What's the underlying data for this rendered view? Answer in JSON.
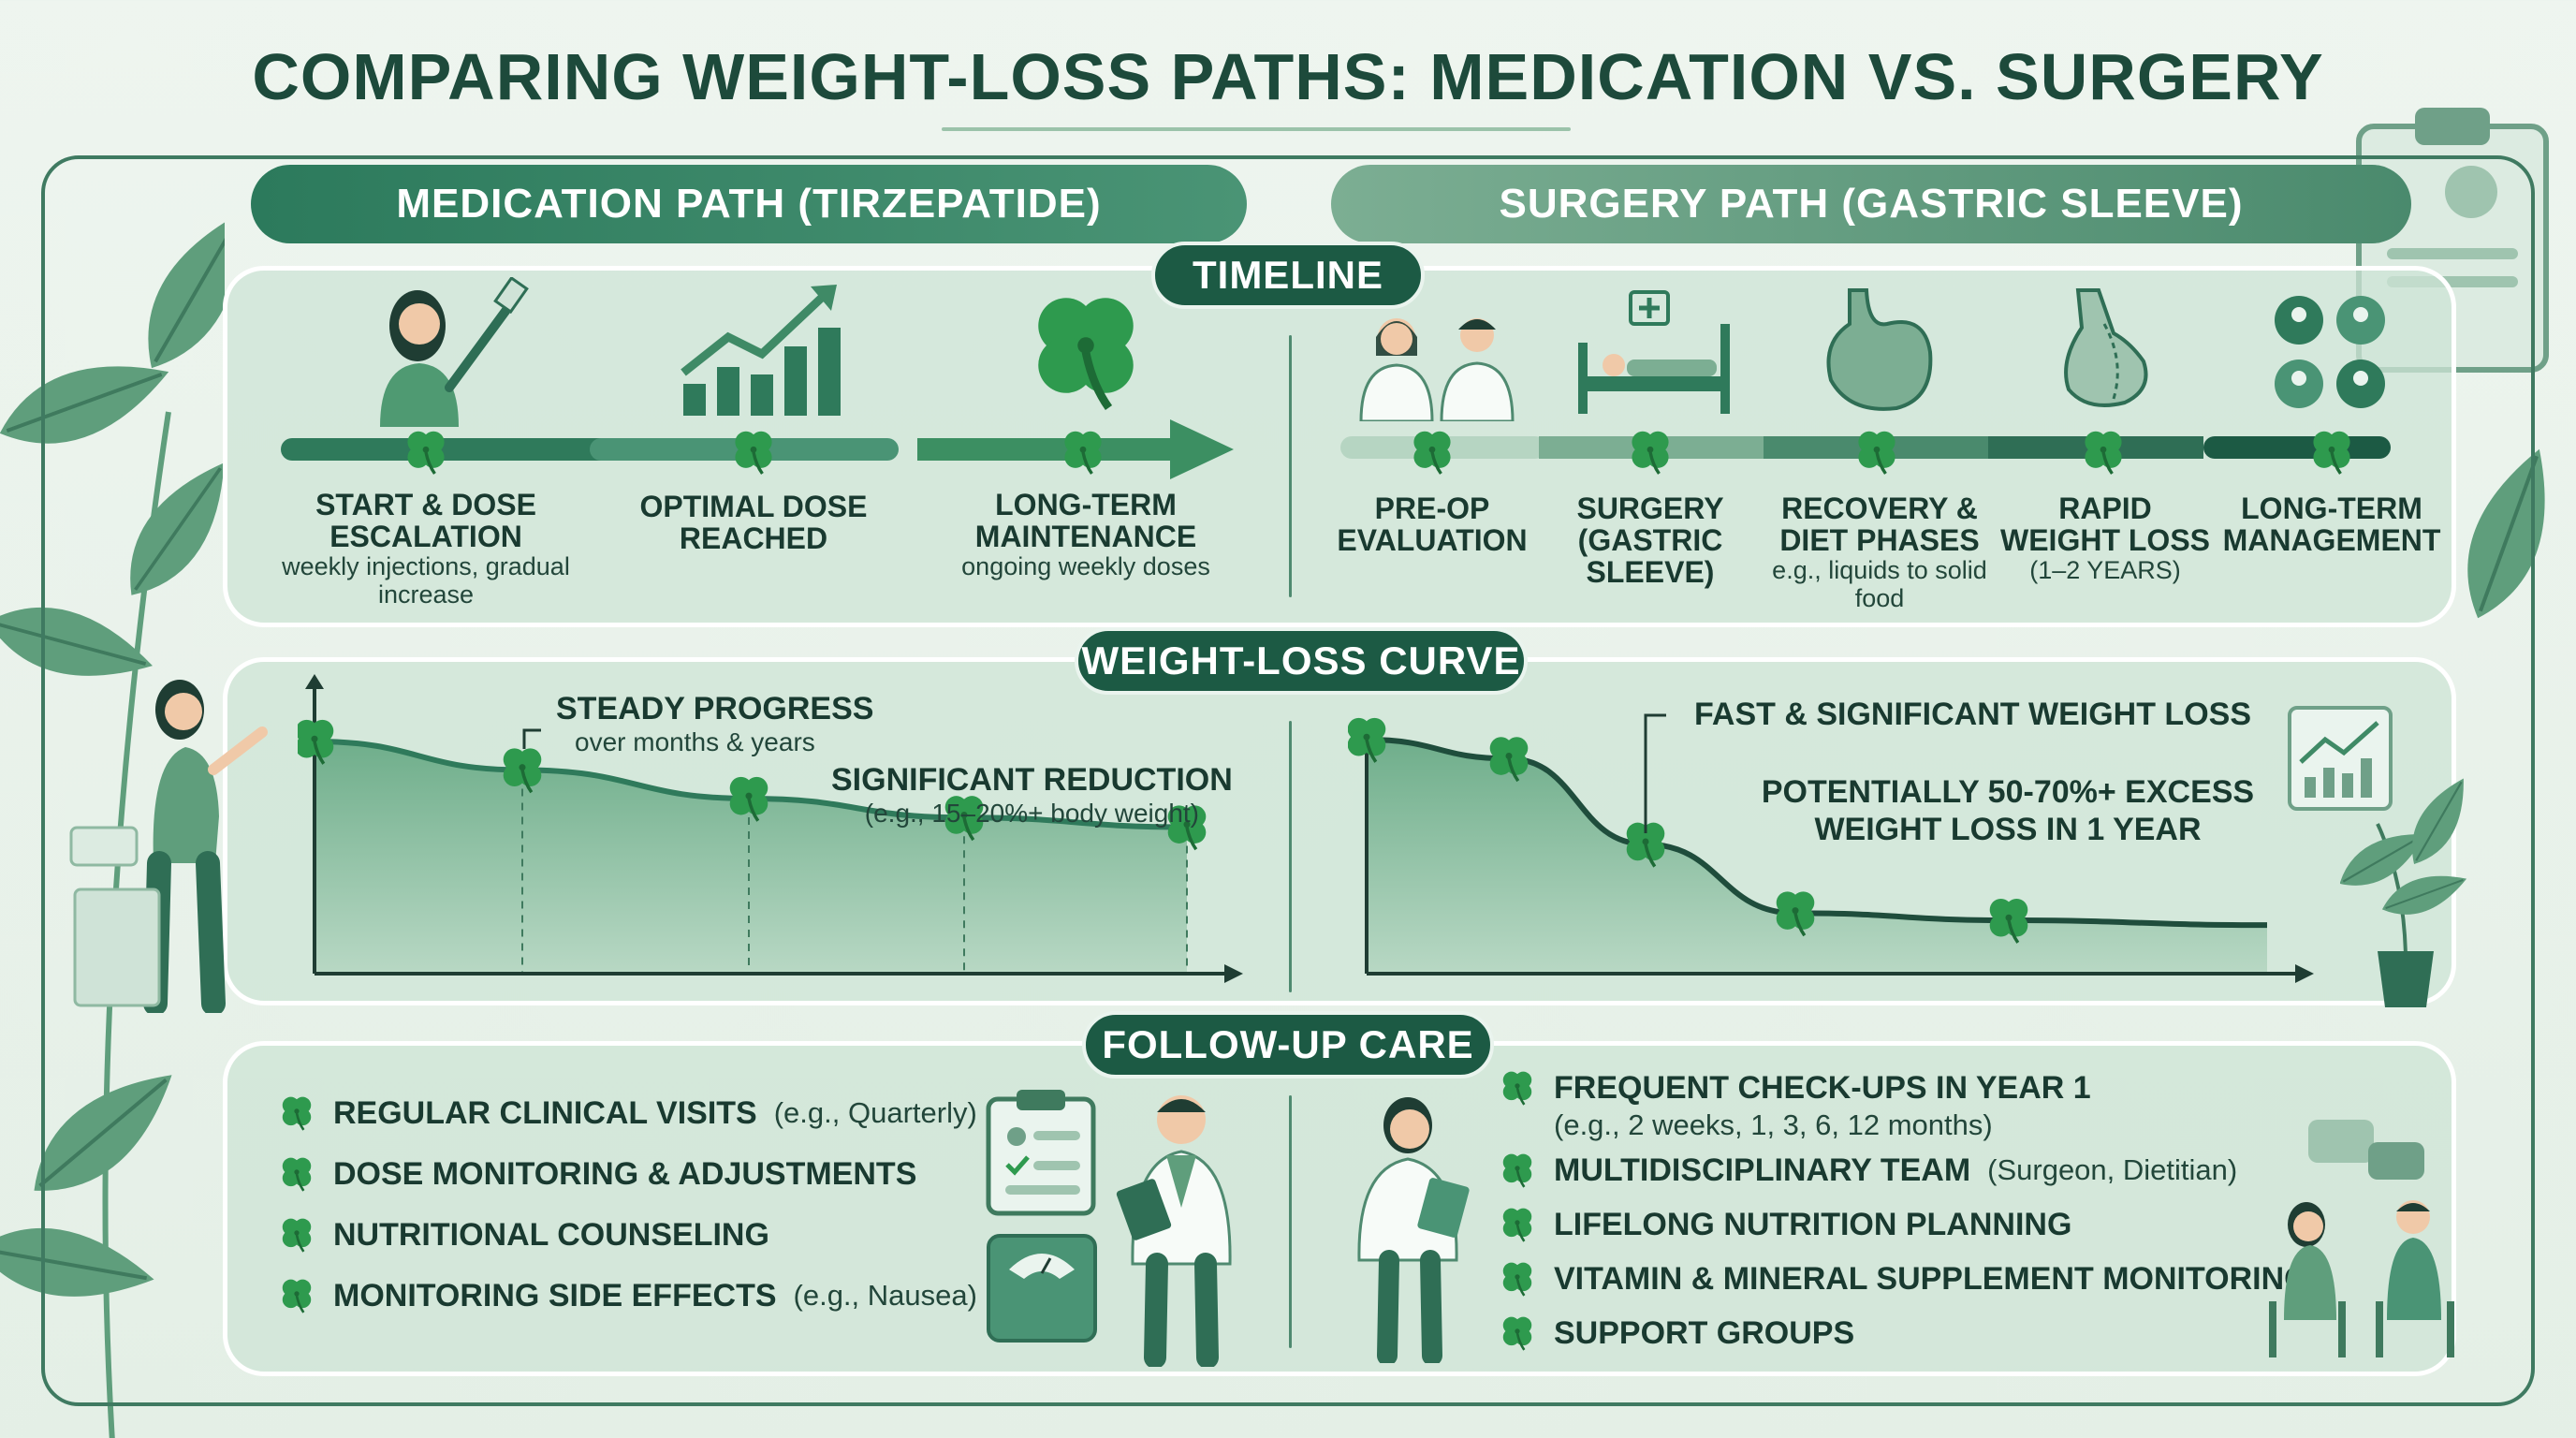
{
  "title": "COMPARING WEIGHT-LOSS PATHS: MEDICATION VS. SURGERY",
  "medication_header": "MEDICATION PATH (TIRZEPATIDE)",
  "surgery_header": "SURGERY PATH (GASTRIC SLEEVE)",
  "sections": {
    "timeline": "TIMELINE",
    "curve": "WEIGHT-LOSS CURVE",
    "follow_up": "FOLLOW-UP CARE"
  },
  "medication_timeline": [
    {
      "label": "START & DOSE ESCALATION",
      "sub": "weekly injections, gradual increase"
    },
    {
      "label": "OPTIMAL DOSE REACHED",
      "sub": ""
    },
    {
      "label": "LONG-TERM MAINTENANCE",
      "sub": "ongoing weekly doses"
    }
  ],
  "surgery_timeline": [
    {
      "label": "PRE-OP EVALUATION",
      "sub": ""
    },
    {
      "label": "SURGERY (GASTRIC SLEEVE)",
      "sub": ""
    },
    {
      "label": "RECOVERY & DIET PHASES",
      "sub": "e.g., liquids to solid food"
    },
    {
      "label": "RAPID WEIGHT LOSS",
      "sub": "(1–2 YEARS)"
    },
    {
      "label": "LONG-TERM MANAGEMENT",
      "sub": ""
    }
  ],
  "medication_curve": {
    "annotation_1": {
      "title": "STEADY PROGRESS",
      "sub": "over months & years"
    },
    "annotation_2": {
      "title": "SIGNIFICANT REDUCTION",
      "sub": "(e.g., 15–20%+ body weight)"
    },
    "points": [
      100,
      88,
      76,
      68,
      64
    ]
  },
  "surgery_curve": {
    "annotation_1": {
      "title": "FAST & SIGNIFICANT WEIGHT LOSS",
      "sub": ""
    },
    "annotation_2": {
      "title": "POTENTIALLY 50-70%+ EXCESS WEIGHT LOSS IN 1 YEAR",
      "sub": ""
    },
    "points": [
      100,
      92,
      56,
      27,
      24,
      22
    ]
  },
  "medication_follow_up": [
    {
      "main": "REGULAR CLINICAL VISITS",
      "note": "(e.g., Quarterly)"
    },
    {
      "main": "DOSE MONITORING & ADJUSTMENTS",
      "note": ""
    },
    {
      "main": "NUTRITIONAL COUNSELING",
      "note": ""
    },
    {
      "main": "MONITORING SIDE EFFECTS",
      "note": "(e.g., Nausea)"
    }
  ],
  "surgery_follow_up": [
    {
      "main": "FREQUENT CHECK-UPS IN YEAR 1",
      "note": "(e.g., 2 weeks, 1, 3, 6, 12 months)"
    },
    {
      "main": "MULTIDISCIPLINARY TEAM",
      "note": "(Surgeon, Dietitian)"
    },
    {
      "main": "LIFELONG NUTRITION PLANNING",
      "note": ""
    },
    {
      "main": "VITAMIN & MINERAL SUPPLEMENT MONITORING",
      "note": ""
    },
    {
      "main": "SUPPORT GROUPS",
      "note": ""
    }
  ],
  "colors": {
    "dark_green": "#1c5a44",
    "mid_green": "#3f8a66",
    "clover": "#2e9a4e",
    "panel": "#cde4d5",
    "light": "#eef5ef"
  }
}
